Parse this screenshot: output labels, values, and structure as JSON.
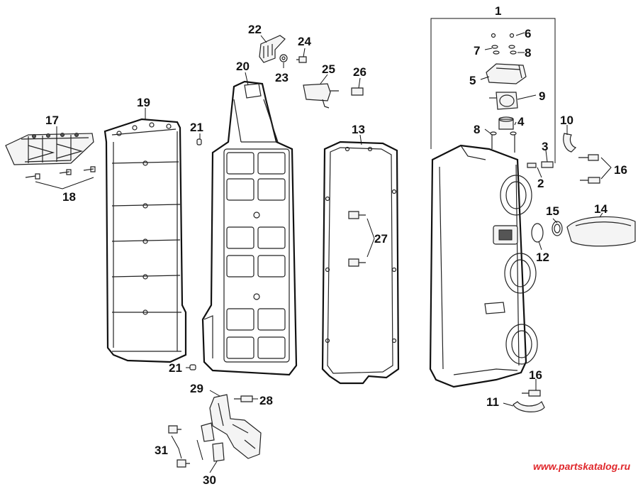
{
  "diagram": {
    "callouts": {
      "c1": "1",
      "c2": "2",
      "c3": "3",
      "c4": "4",
      "c5": "5",
      "c6": "6",
      "c7": "7",
      "c8a": "8",
      "c8b": "8",
      "c9": "9",
      "c10": "10",
      "c11": "11",
      "c12": "12",
      "c13": "13",
      "c14": "14",
      "c15": "15",
      "c16a": "16",
      "c16b": "16",
      "c17": "17",
      "c18": "18",
      "c19": "19",
      "c20": "20",
      "c21a": "21",
      "c21b": "21",
      "c22": "22",
      "c23": "23",
      "c24": "24",
      "c25": "25",
      "c26": "26",
      "c27": "27",
      "c28": "28",
      "c29": "29",
      "c30": "30",
      "c31": "31"
    },
    "watermark": "www.partskatalog.ru"
  }
}
